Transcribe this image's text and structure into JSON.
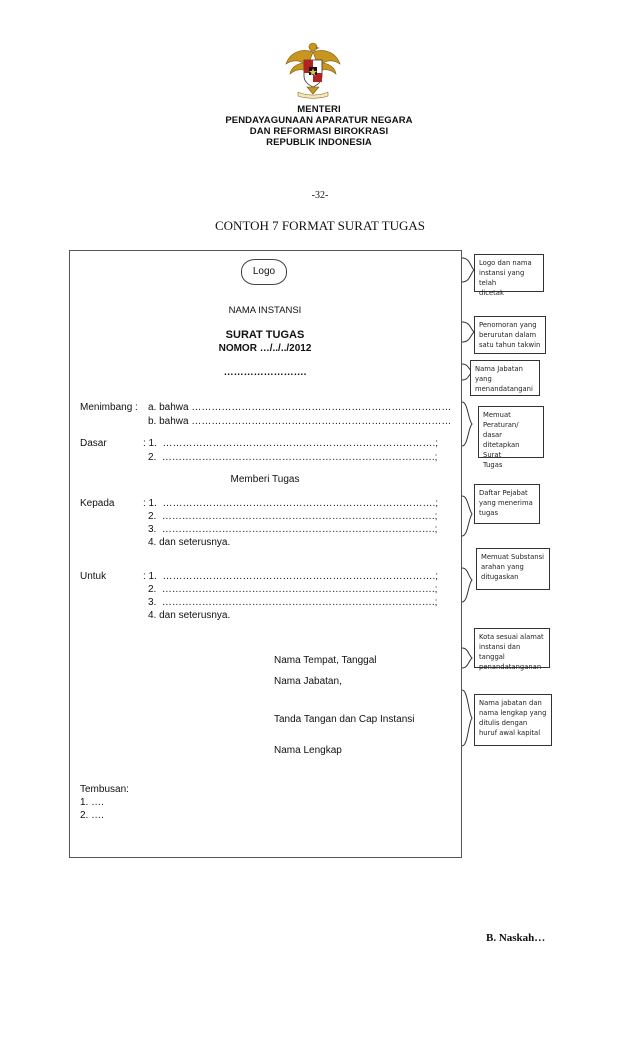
{
  "header": {
    "line1": "MENTERI",
    "line2": "PENDAYAGUNAAN APARATUR NEGARA",
    "line3": "DAN REFORMASI BIROKRASI",
    "line4": "REPUBLIK INDONESIA"
  },
  "page_number": "-32-",
  "doc_title": "CONTOH 7 FORMAT SURAT TUGAS",
  "form": {
    "logo": "Logo",
    "instansi": "NAMA INSTANSI",
    "title": "SURAT TUGAS",
    "nomor": "NOMOR …/../../2012",
    "dots_line": "…………………….",
    "menimbang_label": "Menimbang :",
    "menimbang_a": "a. bahwa ……………………………………………………………………",
    "menimbang_b": "b. bahwa ……………………………………………………………………",
    "dasar_label": "Dasar",
    "dasar_1": ": 1.  ……………………………………………………………………….;",
    "dasar_2": "2.  ……………………………………………………………………….;",
    "memberi_tugas": "Memberi Tugas",
    "kepada_label": "Kepada",
    "kepada_1": ": 1.  ……………………………………………………………………….;",
    "kepada_2": "2.  ……………………………………………………………………….;",
    "kepada_3": "3.  ……………………………………………………………………….;",
    "kepada_4": "4. dan seterusnya.",
    "untuk_label": "Untuk",
    "untuk_1": ": 1.  ……………………………………………………………………….;",
    "untuk_2": "2.  ……………………………………………………………………….;",
    "untuk_3": "3.  ……………………………………………………………………….;",
    "untuk_4": "4. dan seterusnya.",
    "tempat_tanggal": "Nama Tempat,  Tanggal",
    "jabatan": "Nama Jabatan,",
    "tanda_tangan": "Tanda Tangan dan Cap Instansi",
    "nama_lengkap": "Nama Lengkap",
    "tembusan_label": "Tembusan:",
    "tembusan_1": "1. ….",
    "tembusan_2": "2. …."
  },
  "notes": [
    {
      "lines": [
        "Logo dan nama",
        "instansi yang telah",
        "dicetak"
      ]
    },
    {
      "lines": [
        "Penomoran yang",
        "berurutan dalam",
        "satu  tahun takwin"
      ]
    },
    {
      "lines": [
        "Nama  Jabatan",
        "yang",
        "menandatangani"
      ]
    },
    {
      "lines": [
        "Memuat",
        "Peraturan/ dasar",
        "ditetapkan Surat",
        "Tugas"
      ]
    },
    {
      "lines": [
        "Daftar Pejabat",
        "yang menerima",
        "tugas"
      ]
    },
    {
      "lines": [
        "Memuat Substansi",
        "arahan yang",
        "ditugaskan"
      ]
    },
    {
      "lines": [
        "Kota sesuai alamat",
        "instansi dan tanggal",
        "penandatanganan"
      ]
    },
    {
      "lines": [
        "Nama jabatan dan",
        "nama lengkap yang",
        "ditulis dengan",
        "huruf  awal kapital"
      ]
    }
  ],
  "footer": "B. Naskah…",
  "colors": {
    "seal_gold": "#c8961e",
    "seal_red": "#b22222",
    "frame": "#555555"
  }
}
